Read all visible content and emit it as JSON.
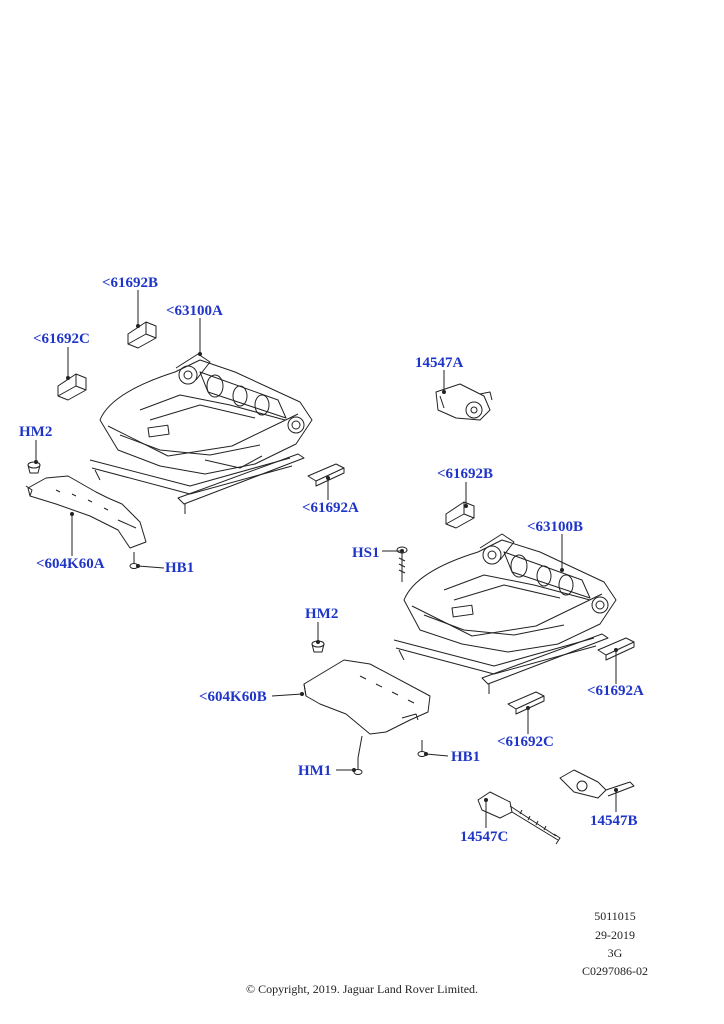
{
  "callouts": {
    "c_61692B_top": "<61692B",
    "c_63100A": "<63100A",
    "c_61692C_top": "<61692C",
    "c_HM2_left": "HM2",
    "c_604K60A": "<604K60A",
    "c_HB1_left": "HB1",
    "c_61692A_left": "<61692A",
    "c_14547A": "14547A",
    "c_61692B_right": "<61692B",
    "c_63100B": "<63100B",
    "c_HS1": "HS1",
    "c_HM2_center": "HM2",
    "c_604K60B": "<604K60B",
    "c_61692A_right": "<61692A",
    "c_61692C_center": "<61692C",
    "c_HB1_center": "HB1",
    "c_HM1": "HM1",
    "c_14547C": "14547C",
    "c_14547B": "14547B"
  },
  "meta": {
    "code1": "5011015",
    "code2": "29-2019",
    "code3": "3G",
    "code4": "C0297086-02"
  },
  "copyright": "© Copyright, 2019. Jaguar Land Rover Limited.",
  "colors": {
    "callout": "#1f35c8",
    "line": "#222222"
  }
}
